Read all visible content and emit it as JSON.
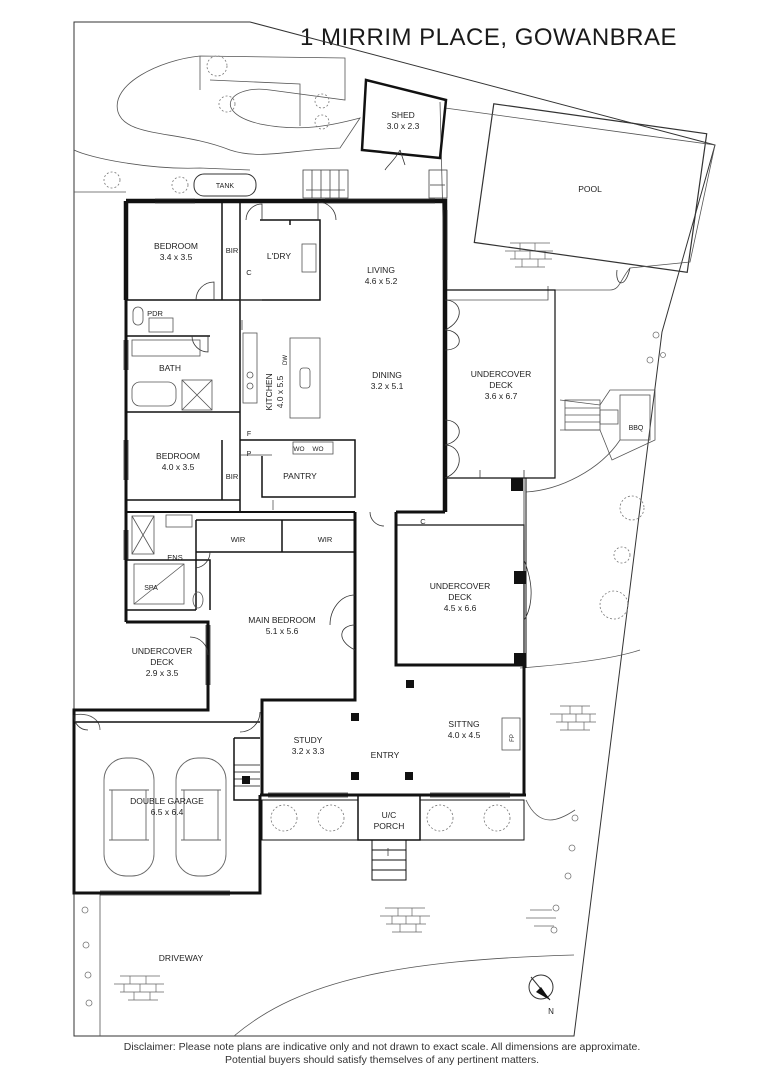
{
  "title": "1 MIRRIM PLACE, GOWANBRAE",
  "rooms": {
    "shed": {
      "name": "SHED",
      "size": "3.0 x 2.3"
    },
    "tank": {
      "name": "TANK"
    },
    "pool": {
      "name": "POOL"
    },
    "bedroom1": {
      "name": "BEDROOM",
      "size": "3.4 x 3.5"
    },
    "bir1": {
      "name": "BIR"
    },
    "cupboard1": {
      "name": "C"
    },
    "laundry": {
      "name": "L'DRY"
    },
    "living": {
      "name": "LIVING",
      "size": "4.6 x 5.2"
    },
    "pdr": {
      "name": "PDR"
    },
    "bath": {
      "name": "BATH"
    },
    "kitchen": {
      "name": "KITCHEN",
      "size": "4.0 x 5.5"
    },
    "dw": {
      "name": "DW"
    },
    "dining": {
      "name": "DINING",
      "size": "3.2 x 5.1"
    },
    "undercover_deck1": {
      "name": "UNDERCOVER",
      "name2": "DECK",
      "size": "3.6 x 6.7"
    },
    "bbq": {
      "name": "BBQ"
    },
    "fridge": {
      "name": "F"
    },
    "pantry_p": {
      "name": "P"
    },
    "wo1": {
      "name": "WO"
    },
    "wo2": {
      "name": "WO"
    },
    "bedroom2": {
      "name": "BEDROOM",
      "size": "4.0 x 3.5"
    },
    "bir2": {
      "name": "BIR"
    },
    "pantry": {
      "name": "PANTRY"
    },
    "cupboard2": {
      "name": "C"
    },
    "ens": {
      "name": "ENS"
    },
    "wir1": {
      "name": "WIR"
    },
    "wir2": {
      "name": "WIR"
    },
    "spa": {
      "name": "SPA"
    },
    "undercover_deck2": {
      "name": "UNDERCOVER",
      "name2": "DECK",
      "size": "4.5 x 6.6"
    },
    "main_bedroom": {
      "name": "MAIN BEDROOM",
      "size": "5.1 x 5.6"
    },
    "undercover_deck3": {
      "name": "UNDERCOVER",
      "name2": "DECK",
      "size": "2.9 x 3.5"
    },
    "sitting": {
      "name": "SITTNG",
      "size": "4.0 x 4.5"
    },
    "fp": {
      "name": "FP"
    },
    "study": {
      "name": "STUDY",
      "size": "3.2 x 3.3"
    },
    "entry": {
      "name": "ENTRY"
    },
    "garage": {
      "name": "DOUBLE GARAGE",
      "size": "6.5 x 6.4"
    },
    "porch": {
      "name": "U/C",
      "name2": "PORCH"
    },
    "driveway": {
      "name": "DRIVEWAY"
    }
  },
  "compass": {
    "label": "N"
  },
  "disclaimer": {
    "line1": "Disclaimer: Please note plans are indicative only and not drawn to exact scale. All dimensions are approximate.",
    "line2": "Potential buyers should satisfy themselves of any pertinent matters."
  }
}
